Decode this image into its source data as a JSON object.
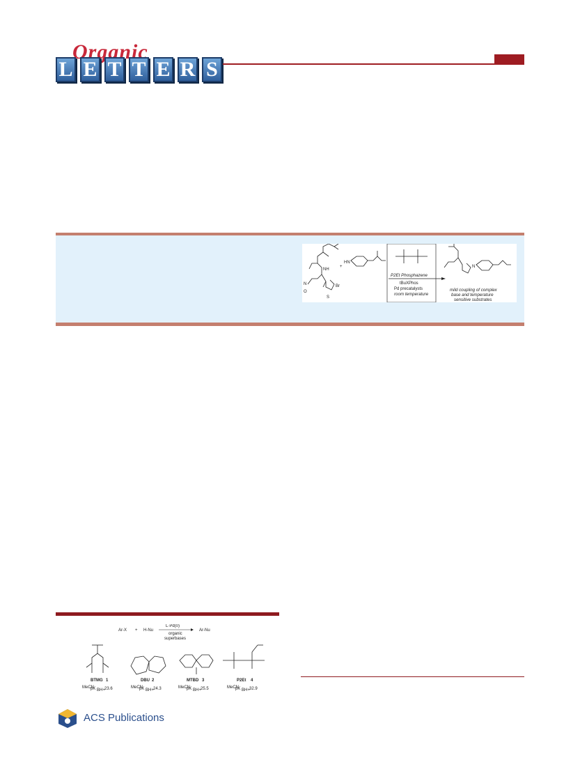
{
  "journal": {
    "script_word": "Organic",
    "letters": [
      "L",
      "E",
      "T",
      "T",
      "E",
      "R",
      "S"
    ],
    "brand_color": "#9e1c22"
  },
  "toc_graphic": {
    "catalyst_label": "P2Et Phosphazene",
    "ligand": "tBuXPhos",
    "precatalyst": "Pd precatalysts",
    "conditions": "room temperature",
    "reagent_plus": "+",
    "halide_label": "Br",
    "nh_label": "HN",
    "caption_lines": [
      "mild coupling of complex",
      "base and temperature",
      "sensitive substrates"
    ]
  },
  "scheme1": {
    "reactants": [
      "Ar-X",
      "+",
      "H-Nu"
    ],
    "arrow_top": "L·Pd(0)",
    "arrow_bottom": [
      "organic",
      "superbases"
    ],
    "product": "Ar-Nu",
    "bases": [
      {
        "name": "BTMG",
        "num": "1",
        "pka_prefix": "MeCN",
        "pka_label": "pK",
        "pka_sub": "BH+",
        "pka": "23.6"
      },
      {
        "name": "DBU",
        "num": "2",
        "pka_prefix": "MeCN",
        "pka_label": "pK",
        "pka_sub": "BH+",
        "pka": "24.3"
      },
      {
        "name": "MTBD",
        "num": "3",
        "pka_prefix": "MeCN",
        "pka_label": "pK",
        "pka_sub": "BH+",
        "pka": "25.5"
      },
      {
        "name": "P2Et",
        "num": "4",
        "pka_prefix": "MeCN",
        "pka_label": "pK",
        "pka_sub": "BH+",
        "pka": "32.9"
      }
    ]
  },
  "footer": {
    "publisher": "ACS Publications"
  }
}
